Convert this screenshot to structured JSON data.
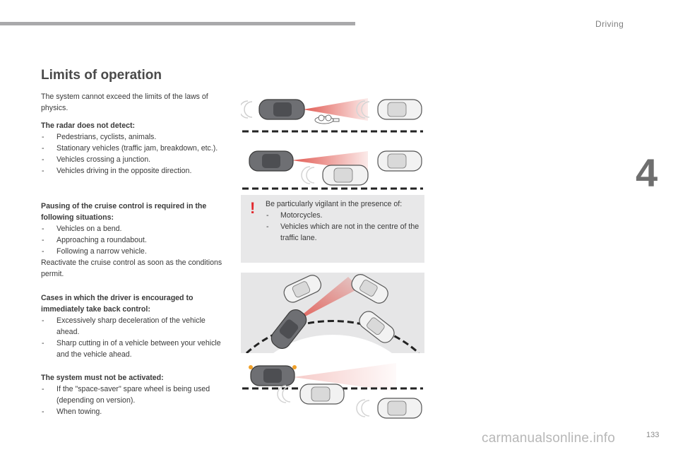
{
  "header": {
    "section_label": "Driving"
  },
  "chapter_number": "4",
  "title": "Limits of operation",
  "intro": "The system cannot exceed the limits of the laws of physics.",
  "radar": {
    "heading": "The radar does not detect:",
    "items": [
      "Pedestrians, cyclists, animals.",
      "Stationary vehicles (traffic jam, breakdown, etc.).",
      "Vehicles crossing a junction.",
      "Vehicles driving in the opposite direction."
    ]
  },
  "pausing": {
    "heading": "Pausing of the cruise control is required in the following situations:",
    "items": [
      "Vehicles on a bend.",
      "Approaching a roundabout.",
      "Following a narrow vehicle."
    ],
    "footer": "Reactivate the cruise control as soon as the conditions permit."
  },
  "cases": {
    "heading": "Cases in which the driver is encouraged to immediately take back control:",
    "items": [
      "Excessively sharp deceleration of the vehicle ahead.",
      "Sharp cutting in of a vehicle between your vehicle and the vehicle ahead."
    ]
  },
  "must_not": {
    "heading": "The system must not be activated:",
    "items": [
      "If the \"space-saver\" spare wheel is being used (depending on version).",
      "When towing."
    ]
  },
  "warning": {
    "icon": "exclamation-icon",
    "intro": "Be particularly vigilant in the presence of:",
    "items": [
      "Motorcycles.",
      "Vehicles which are not in the centre of the traffic lane."
    ]
  },
  "colors": {
    "warning_red": "#e2282e",
    "beam_red": "#e0524a",
    "box_bg": "#e8e8e9"
  },
  "page_number": "133",
  "watermark": "carmanualsonline.info"
}
